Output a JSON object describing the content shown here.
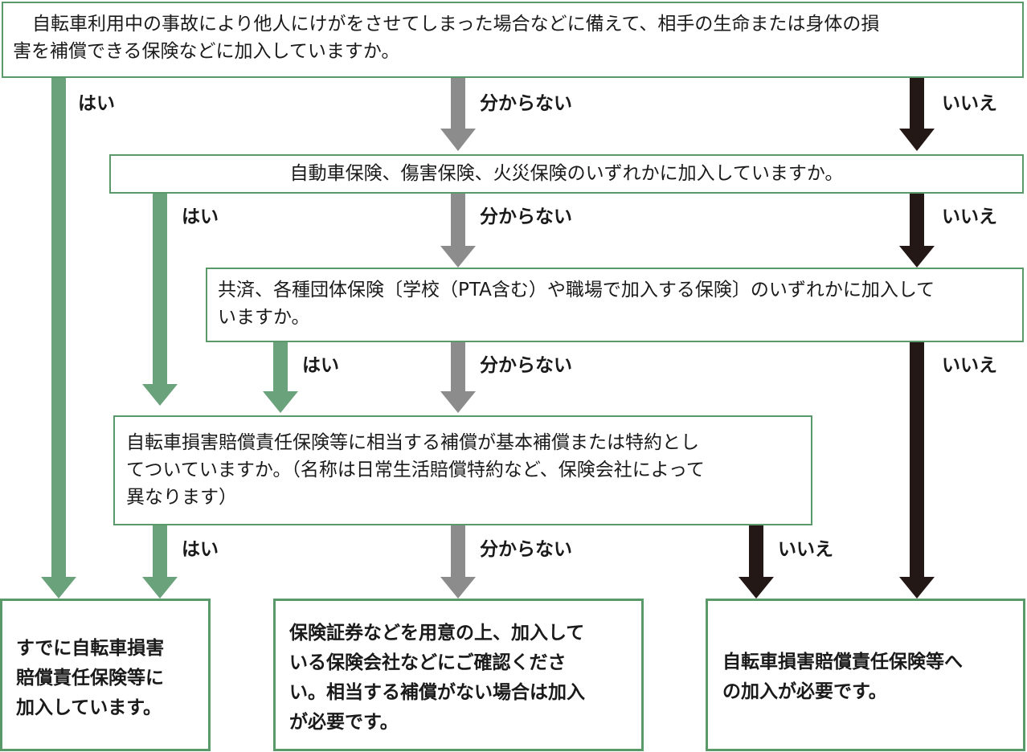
{
  "q1": {
    "lines": [
      "自転車利用中の事故により他人にけがをさせてしまった場合などに備えて、相手の生命または身体の損",
      "害を補償できる保険などに加入していますか。"
    ]
  },
  "q2": {
    "lines": [
      "自動車保険、傷害保険、火災保険のいずれかに加入していますか。"
    ]
  },
  "q3": {
    "lines": [
      "共済、各種団体保険〔学校（PTA含む）や職場で加入する保険〕のいずれかに加入して",
      "いますか。"
    ]
  },
  "q4": {
    "lines": [
      "自転車損害賠償責任保険等に相当する補償が基本補償または特約とし",
      "てついていますか。（名称は日常生活賠償特約など、保険会社によって",
      "異なります）"
    ]
  },
  "result_yes": {
    "lines": [
      "すでに自転車損害",
      "賠償責任保険等に",
      "加入しています。"
    ]
  },
  "result_unknown": {
    "lines": [
      "保険証券などを用意の上、加入して",
      "いる保険会社などにご確認くださ",
      "い。相当する補償がない場合は加入",
      "が必要です。"
    ]
  },
  "result_no": {
    "lines": [
      "自転車損害賠償責任保険等へ",
      "の加入が必要です。"
    ]
  },
  "labels": {
    "yes": "はい",
    "unknown": "分からない",
    "no": "いいえ"
  },
  "colors": {
    "yes_arrow": "#6aa27b",
    "unknown_arrow": "#8c8c8c",
    "no_arrow": "#231815",
    "box_border": "#5a9a6a"
  }
}
